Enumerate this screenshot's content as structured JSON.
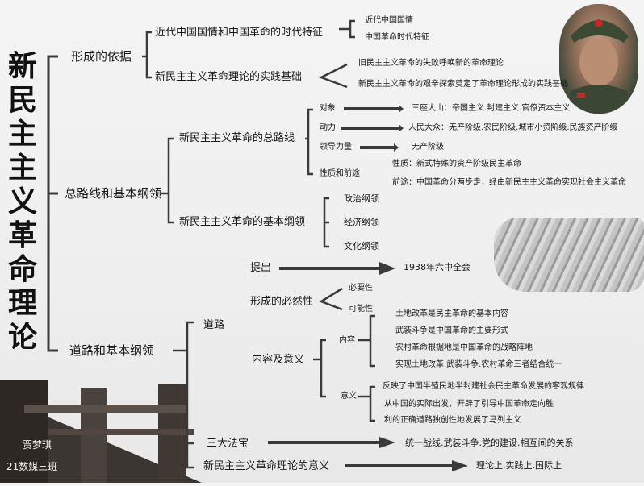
{
  "title_chars": [
    "新",
    "民",
    "主",
    "主",
    "义",
    "革",
    "命",
    "理",
    "论"
  ],
  "branches": {
    "formation": {
      "label": "形成的依据",
      "era": {
        "label": "近代中国国情和中国革命的时代特征",
        "items": [
          "近代中国国情",
          "中国革命时代特征"
        ]
      },
      "practice": {
        "label": "新民主主义革命理论的实践基础",
        "items": [
          "旧民主主义革命的失败呼唤新的革命理论",
          "新民主主义革命的艰辛探索奠定了革命理论形成的实践基础"
        ]
      }
    },
    "line": {
      "label": "总路线和基本纲领",
      "general": {
        "label": "新民主主义革命的总路线",
        "rows": [
          {
            "key": "对象",
            "value": "三座大山：帝国主义.封建主义.官僚资本主义"
          },
          {
            "key": "动力",
            "value": "人民大众：无产阶级.农民阶级.城市小资阶级.民族资产阶级"
          },
          {
            "key": "领导力量",
            "value": "无产阶级"
          },
          {
            "key": "性质和前途",
            "value": ""
          }
        ],
        "nature": "性质：新式特殊的资产阶级民主革命",
        "future": "前途：中国革命分两步走，经由新民主主义革命实现社会主义革命"
      },
      "program": {
        "label": "新民主主义革命的基本纲领",
        "items": [
          "政治纲领",
          "经济纲领",
          "文化纲领"
        ]
      }
    },
    "road": {
      "label": "道路和基本纲领",
      "proposal": {
        "label": "提出",
        "value": "1938年六中全会"
      },
      "necessity": {
        "label": "形成的必然性",
        "items": [
          "必要性",
          "可能性"
        ]
      },
      "road_label": "道路",
      "content": {
        "label": "内容及意义",
        "content_label": "内容",
        "content_items": [
          "土地改革是民主革命的基本内容",
          "武装斗争是中国革命的主要形式",
          "农村革命根据地是中国革命的战略阵地",
          "实现土地改革.武装斗争.农村革命三者结合统一"
        ],
        "meaning_label": "意义",
        "meaning_items": [
          "反映了中国半殖民地半封建社会民主革命发展的客观规律",
          "从中国的实际出发，开辟了引导中国革命走向胜",
          "利的正确道路独创性地发展了马列主义"
        ]
      },
      "magic": {
        "label": "三大法宝",
        "value": "统一战线.武装斗争.党的建设.相互间的关系"
      },
      "significance": {
        "label": "新民主主义革命理论的意义",
        "value": "理论上.实践上.国际上"
      }
    }
  },
  "author": {
    "name": "贾梦琪",
    "class": "21数媒三班"
  }
}
